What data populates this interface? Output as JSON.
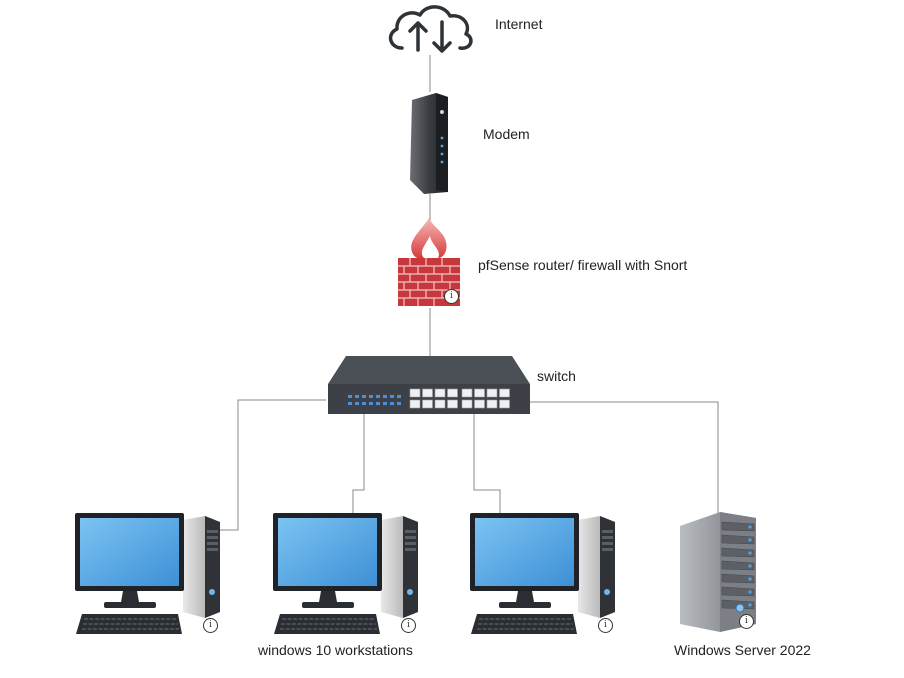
{
  "nodes": {
    "internet": {
      "label": "Internet",
      "icon": "cloud-upload-download-icon"
    },
    "modem": {
      "label": "Modem",
      "icon": "modem-icon"
    },
    "firewall": {
      "label": "pfSense router/ firewall with Snort",
      "icon": "firewall-icon"
    },
    "switch": {
      "label": "switch",
      "icon": "network-switch-icon"
    },
    "workstations": {
      "label": "windows 10 workstations",
      "icon": "desktop-computer-icon",
      "count": 3
    },
    "server": {
      "label": "Windows Server 2022",
      "icon": "server-tower-icon"
    }
  },
  "info_glyph": "i",
  "colors": {
    "line": "#8a8a8a",
    "screen": "#5aaee8",
    "brick": "#c7373b",
    "switch_body": "#3d4147",
    "port_led": "#4a90d9"
  }
}
